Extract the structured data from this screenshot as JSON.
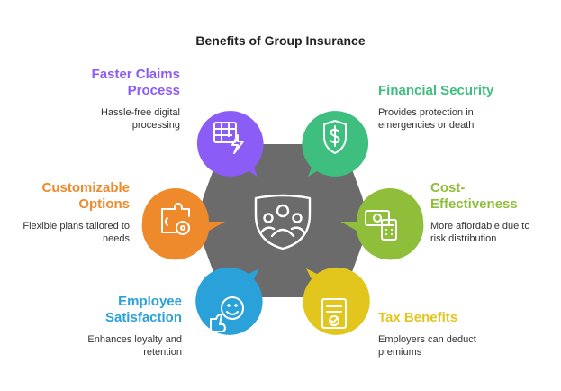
{
  "title": "Benefits of Group Insurance",
  "colors": {
    "hub": "#6b6b6b",
    "purple": "#8b5cf6",
    "green": "#3fbf7f",
    "orange": "#ee8a2c",
    "olive": "#8fbf3a",
    "blue": "#2aa2d9",
    "yellow": "#e3c61d"
  },
  "benefits": [
    {
      "label": "Faster Claims Process",
      "desc": "Hassle-free digital processing",
      "icon": "table-lightning-icon",
      "color": "#8b5cf6"
    },
    {
      "label": "Financial Security",
      "desc": "Provides protection in emergencies or death",
      "icon": "shield-dollar-icon",
      "color": "#3fbf7f"
    },
    {
      "label": "Customizable Options",
      "desc": "Flexible plans tailored to needs",
      "icon": "puzzle-gear-icon",
      "color": "#ee8a2c"
    },
    {
      "label": "Cost-Effectiveness",
      "desc": "More affordable due to risk distribution",
      "icon": "money-calculator-icon",
      "color": "#8fbf3a"
    },
    {
      "label": "Employee Satisfaction",
      "desc": "Enhances loyalty and retention",
      "icon": "smile-thumbs-up-icon",
      "color": "#2aa2d9"
    },
    {
      "label": "Tax Benefits",
      "desc": "Employers can deduct premiums",
      "icon": "document-check-icon",
      "color": "#e3c61d"
    }
  ]
}
